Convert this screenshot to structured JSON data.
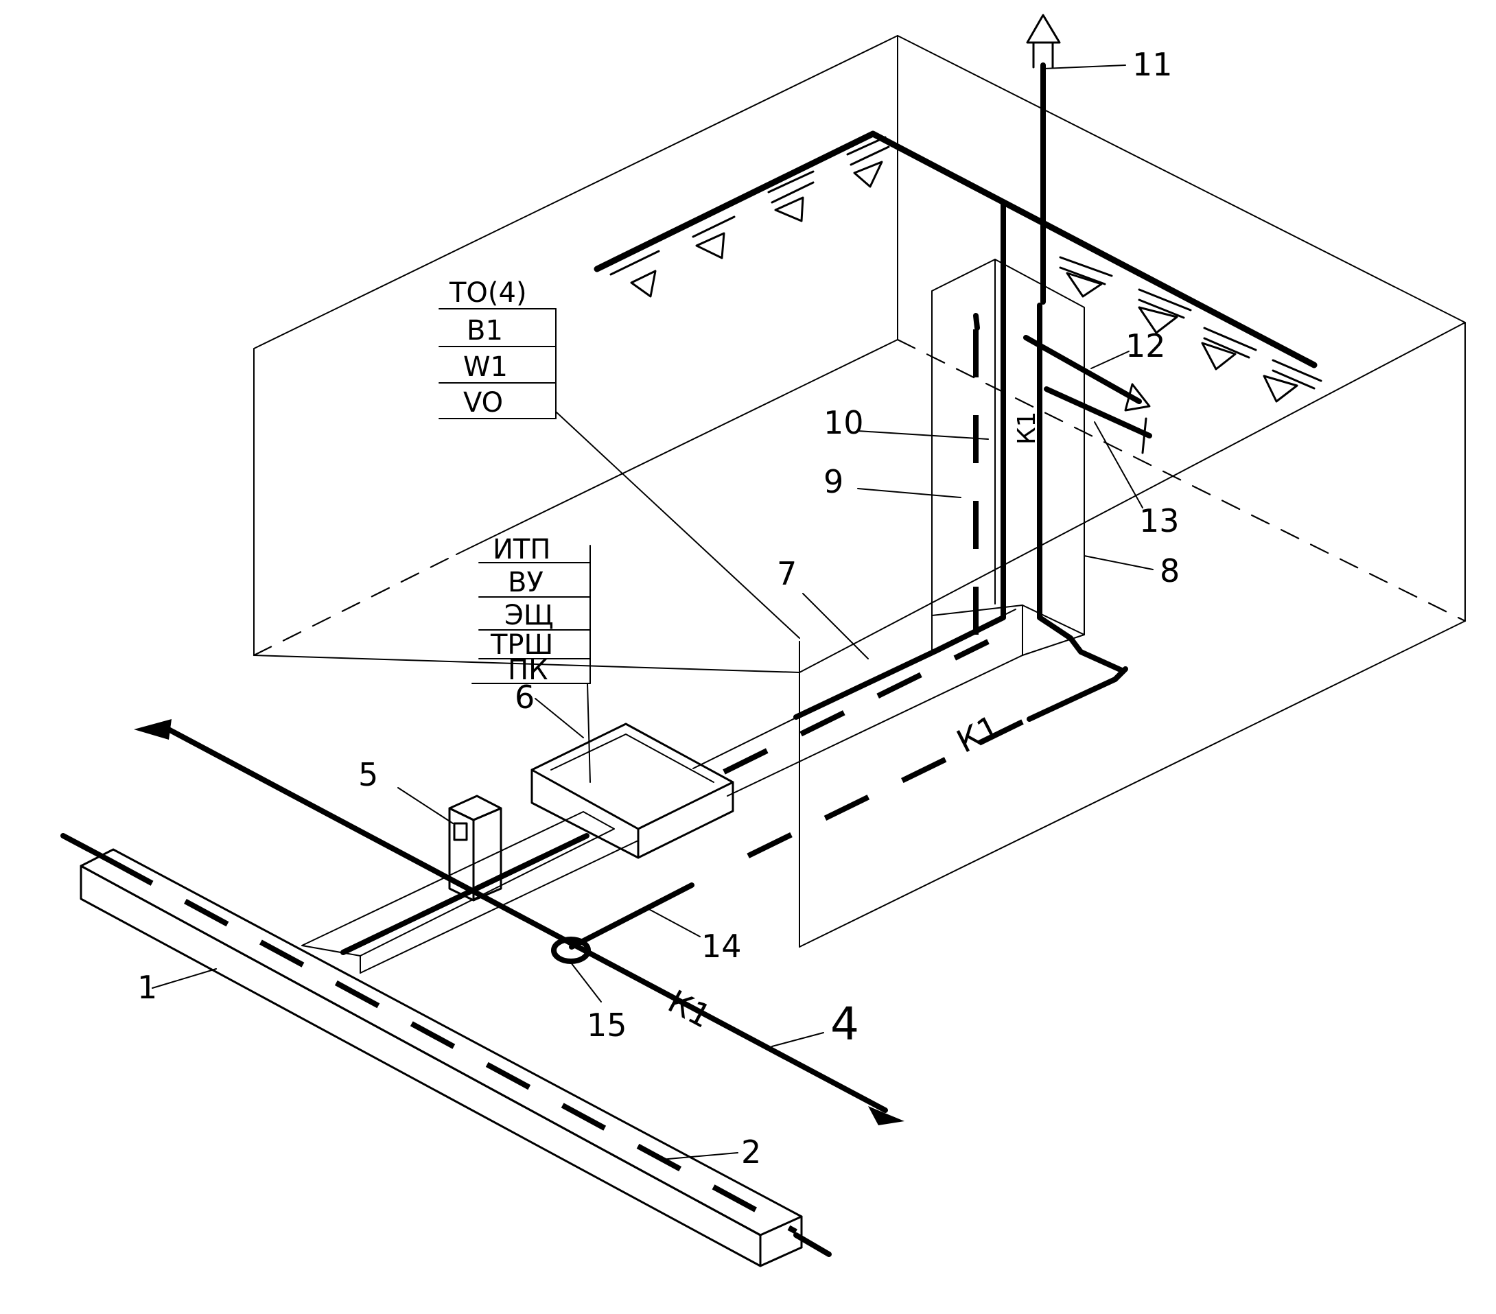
{
  "labels": {
    "n1": "1",
    "n2": "2",
    "n4": "4",
    "n5": "5",
    "n6": "6",
    "n7": "7",
    "n8": "8",
    "n9": "9",
    "n10": "10",
    "n11": "11",
    "n12": "12",
    "n13": "13",
    "n14": "14",
    "n15": "15",
    "k1_outdoor": "К1",
    "k1_building": "К1",
    "k1_vertical": "К1"
  },
  "table_room": [
    "ТО(4)",
    "В1",
    "W1",
    "VO"
  ],
  "table_unit": [
    "ИТП",
    "ВУ",
    "ЭЩ",
    "ТРШ",
    "ПК"
  ],
  "colors": {
    "ink": "#000000",
    "background": "#ffffff"
  }
}
